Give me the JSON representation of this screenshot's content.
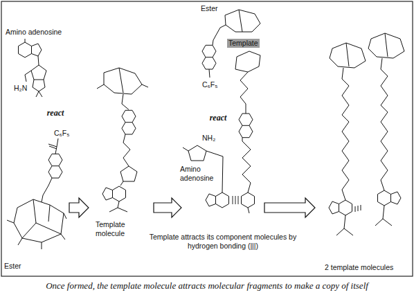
{
  "diagram": {
    "caption": "Once formed, the template molecule attracts molecular fragments to make a copy of itself",
    "nodes": [
      {
        "text": [
          "react"
        ]
      },
      {
        "text": [
          "Template molecule"
        ]
      },
      {
        "text": [
          "Template",
          "Template attracts its component molecules by hydrogen bonding (|||)"
        ]
      },
      {
        "text": [
          "react"
        ]
      },
      {
        "text": [
          "2 template molecules"
        ]
      }
    ],
    "edges": [
      {
        "from": 1,
        "to": 2,
        "arrow": "to"
      },
      {
        "from": 2,
        "to": 4,
        "arrow": "to"
      }
    ],
    "labels": [
      "Amino adenosine",
      "H₂N",
      "C₆F₅",
      "Ester",
      "Ester",
      "C₆F₅",
      "NH₂",
      "Amino adenosine"
    ]
  }
}
